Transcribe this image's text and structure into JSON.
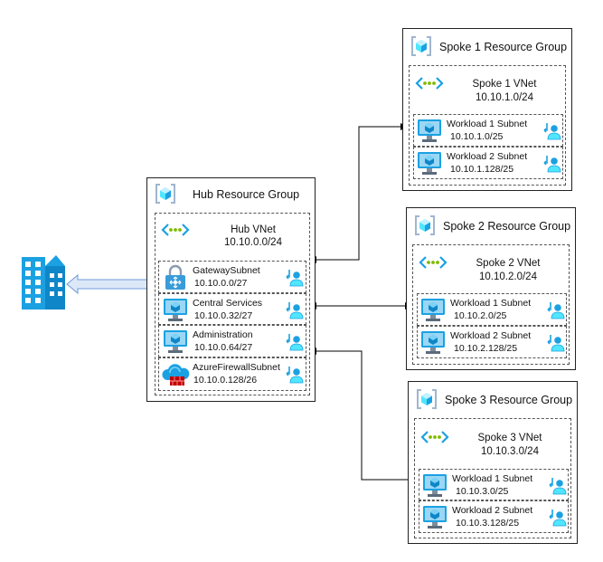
{
  "hub": {
    "title": "Hub Resource Group",
    "vnet": {
      "name": "Hub VNet",
      "cidr": "10.10.0.0/24"
    },
    "subnets": [
      {
        "name": "GatewaySubnet",
        "cidr": "10.10.0.0/27",
        "icon": "gateway-icon"
      },
      {
        "name": "Central Services",
        "cidr": "10.10.0.32/27",
        "icon": "monitor-vm-icon"
      },
      {
        "name": "Administration",
        "cidr": "10.10.0.64/27",
        "icon": "monitor-vm-icon"
      },
      {
        "name": "AzureFirewallSubnet",
        "cidr": "10.10.0.128/26",
        "icon": "firewall-icon"
      }
    ]
  },
  "spokes": [
    {
      "title": "Spoke 1 Resource Group",
      "vnet": {
        "name": "Spoke 1 VNet",
        "cidr": "10.10.1.0/24"
      },
      "subnets": [
        {
          "name": "Workload 1 Subnet",
          "cidr": "10.10.1.0/25"
        },
        {
          "name": "Workload 2 Subnet",
          "cidr": "10.10.1.128/25"
        }
      ]
    },
    {
      "title": "Spoke 2 Resource Group",
      "vnet": {
        "name": "Spoke 2 VNet",
        "cidr": "10.10.2.0/24"
      },
      "subnets": [
        {
          "name": "Workload 1 Subnet",
          "cidr": "10.10.2.0/25"
        },
        {
          "name": "Workload 2 Subnet",
          "cidr": "10.10.2.128/25"
        }
      ]
    },
    {
      "title": "Spoke 3 Resource Group",
      "vnet": {
        "name": "Spoke 3 VNet",
        "cidr": "10.10.3.0/24"
      },
      "subnets": [
        {
          "name": "Workload 1 Subnet",
          "cidr": "10.10.3.0/25"
        },
        {
          "name": "Workload 2 Subnet",
          "cidr": "10.10.3.128/25"
        }
      ]
    }
  ],
  "icons": {
    "on_premises": "building-icon",
    "resource_group": "resource-group-icon",
    "vnet": "vnet-icon",
    "nsg_user": "user-icon"
  },
  "colors": {
    "azure_blue": "#1ba1e2",
    "azure_dark": "#0078d4",
    "azure_light": "#50e6ff",
    "vnet_green": "#7fba00",
    "firewall_red": "#c00000",
    "link_arrow": "#a9c4eb"
  }
}
